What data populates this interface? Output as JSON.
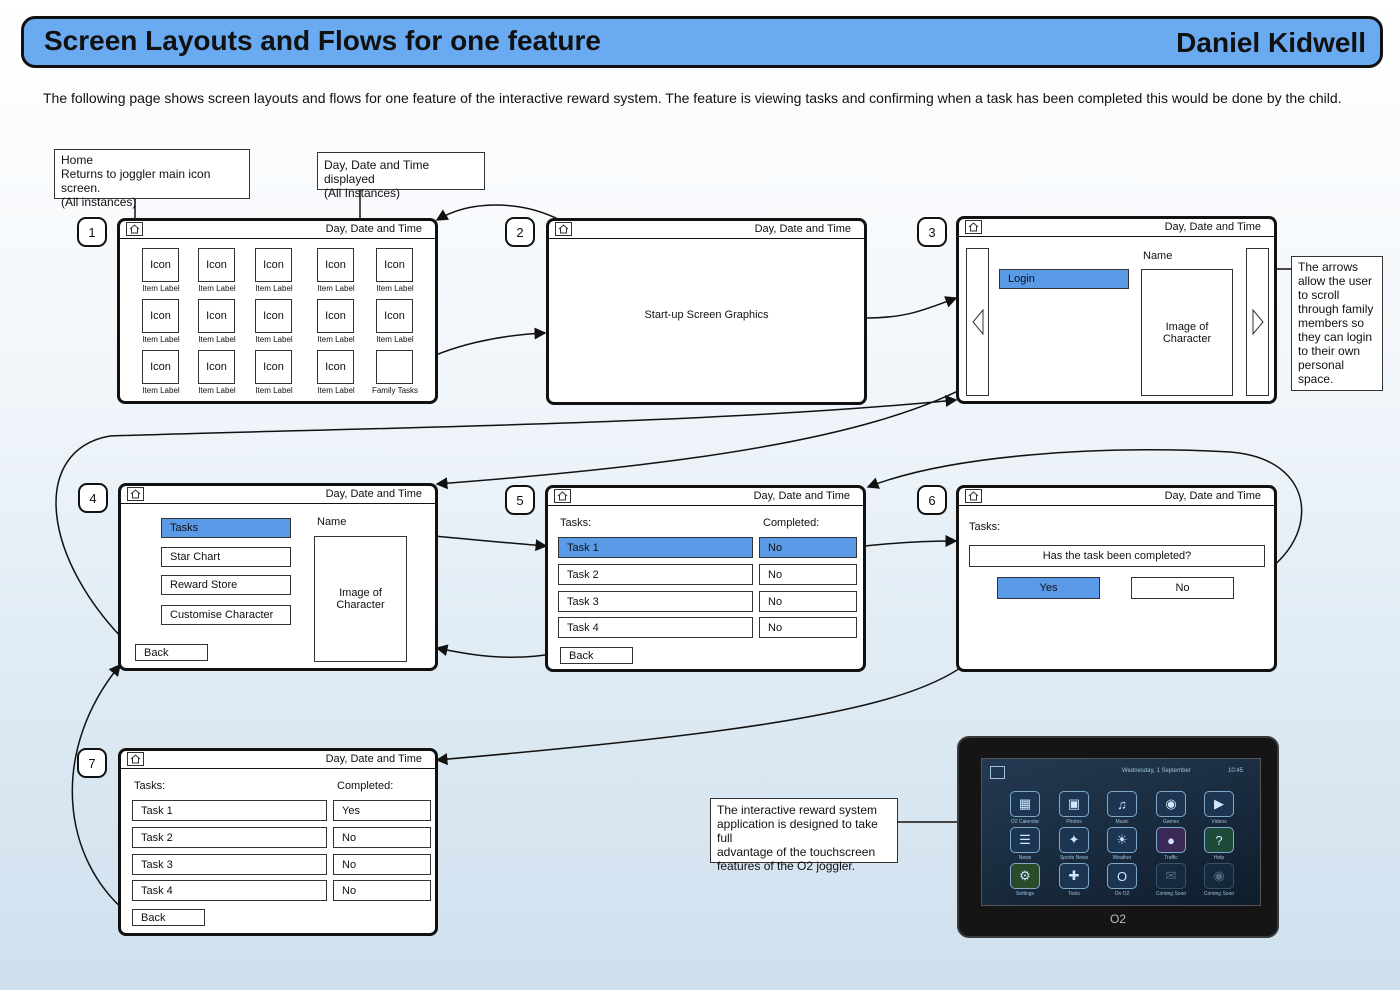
{
  "header": {
    "title": "Screen Layouts and Flows for one feature",
    "author": "Daniel Kidwell"
  },
  "intro": "The following page shows screen layouts and flows for one feature of the interactive reward system. The feature is viewing tasks and confirming when a task has been completed this would be done by the child.",
  "notes": {
    "home_line1": "Home",
    "home_line2": "Returns to joggler main icon screen.",
    "home_line3": "(All instances)",
    "datetime_line1": "Day, Date and Time displayed",
    "datetime_line2": "(All Instances)",
    "arrows": [
      "The arrows",
      "allow the user",
      "to scroll",
      "through family",
      "members so",
      "they can login",
      "to their own",
      "personal",
      "space."
    ],
    "device": [
      "The interactive reward system",
      "application is designed to take full",
      "advantage of the touchscreen",
      "features of the O2 joggler."
    ]
  },
  "common": {
    "datetime": "Day, Date and Time"
  },
  "screen_numbers": [
    "1",
    "2",
    "3",
    "4",
    "5",
    "6",
    "7"
  ],
  "s1": {
    "icon": "Icon",
    "item_label": "Item Label",
    "family_tasks": "Family Tasks"
  },
  "s2": {
    "graphic": "Start-up Screen Graphics"
  },
  "s3": {
    "name": "Name",
    "login": "Login",
    "character": "Image of Character"
  },
  "s4": {
    "name": "Name",
    "menu": [
      "Tasks",
      "Star Chart",
      "Reward Store",
      "Customise Character"
    ],
    "character": "Image of Character",
    "back": "Back"
  },
  "s5": {
    "tasks_header": "Tasks:",
    "completed_header": "Completed:",
    "rows": [
      {
        "task": "Task 1",
        "done": "No"
      },
      {
        "task": "Task 2",
        "done": "No"
      },
      {
        "task": "Task 3",
        "done": "No"
      },
      {
        "task": "Task 4",
        "done": "No"
      }
    ],
    "back": "Back"
  },
  "s6": {
    "tasks_header": "Tasks:",
    "question": "Has the task been completed?",
    "yes": "Yes",
    "no": "No"
  },
  "s7": {
    "tasks_header": "Tasks:",
    "completed_header": "Completed:",
    "rows": [
      {
        "task": "Task 1",
        "done": "Yes"
      },
      {
        "task": "Task 2",
        "done": "No"
      },
      {
        "task": "Task 3",
        "done": "No"
      },
      {
        "task": "Task 4",
        "done": "No"
      }
    ],
    "back": "Back"
  },
  "device": {
    "date": "Wednesday, 1 September",
    "time": "10:45",
    "labels": [
      "O2 Calendar",
      "Photos",
      "Music",
      "Games",
      "Videos",
      "News",
      "Sports News",
      "Weather",
      "Traffic",
      "Help",
      "Settings",
      "Tools",
      "On O2",
      "Coming Soon",
      "Coming Soon"
    ],
    "brand": "O2"
  },
  "colors": {
    "title_bar": "#6aaaf0",
    "selected": "#5a9ae6"
  }
}
